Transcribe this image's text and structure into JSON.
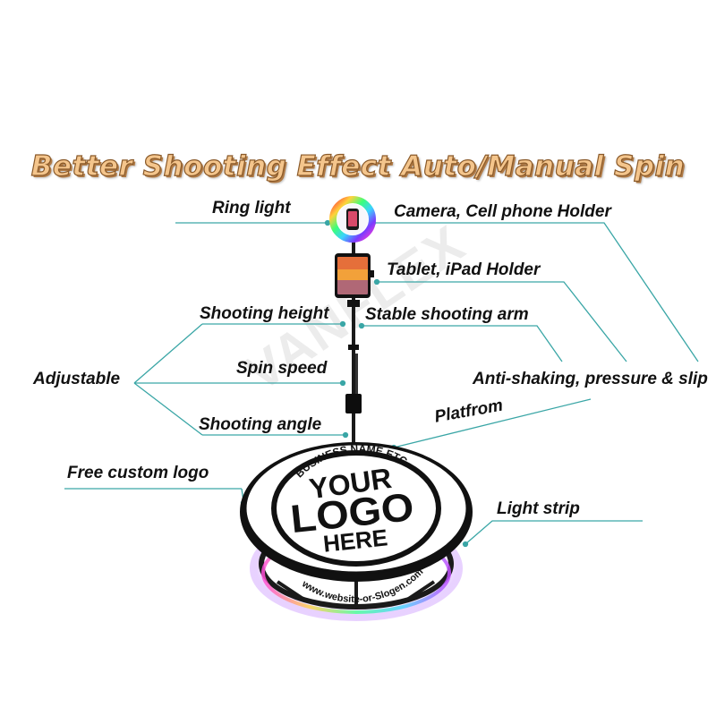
{
  "title": "Better Shooting Effect Auto/Manual Spin",
  "watermark": "VANFLEX",
  "labels": {
    "ring_light": "Ring light",
    "camera_holder": "Camera, Cell phone Holder",
    "tablet_holder": "Tablet, iPad Holder",
    "shooting_height": "Shooting height",
    "stable_arm": "Stable shooting arm",
    "adjustable": "Adjustable",
    "spin_speed": "Spin speed",
    "anti_shaking": "Anti-shaking, pressure & slip",
    "shooting_angle": "Shooting angle",
    "platform": "Platfrom",
    "free_logo": "Free custom logo",
    "light_strip": "Light strip"
  },
  "platform_print": {
    "top_text": "BUSINESS NAME ETC.",
    "line1": "YOUR",
    "line2": "LOGO",
    "line3": "HERE",
    "bottom_text": "www.website-or-Slogen.com"
  },
  "colors": {
    "leader_line": "#3aa6a6",
    "title_fill": "#f4c58c",
    "title_stroke": "#8a5a2a"
  }
}
